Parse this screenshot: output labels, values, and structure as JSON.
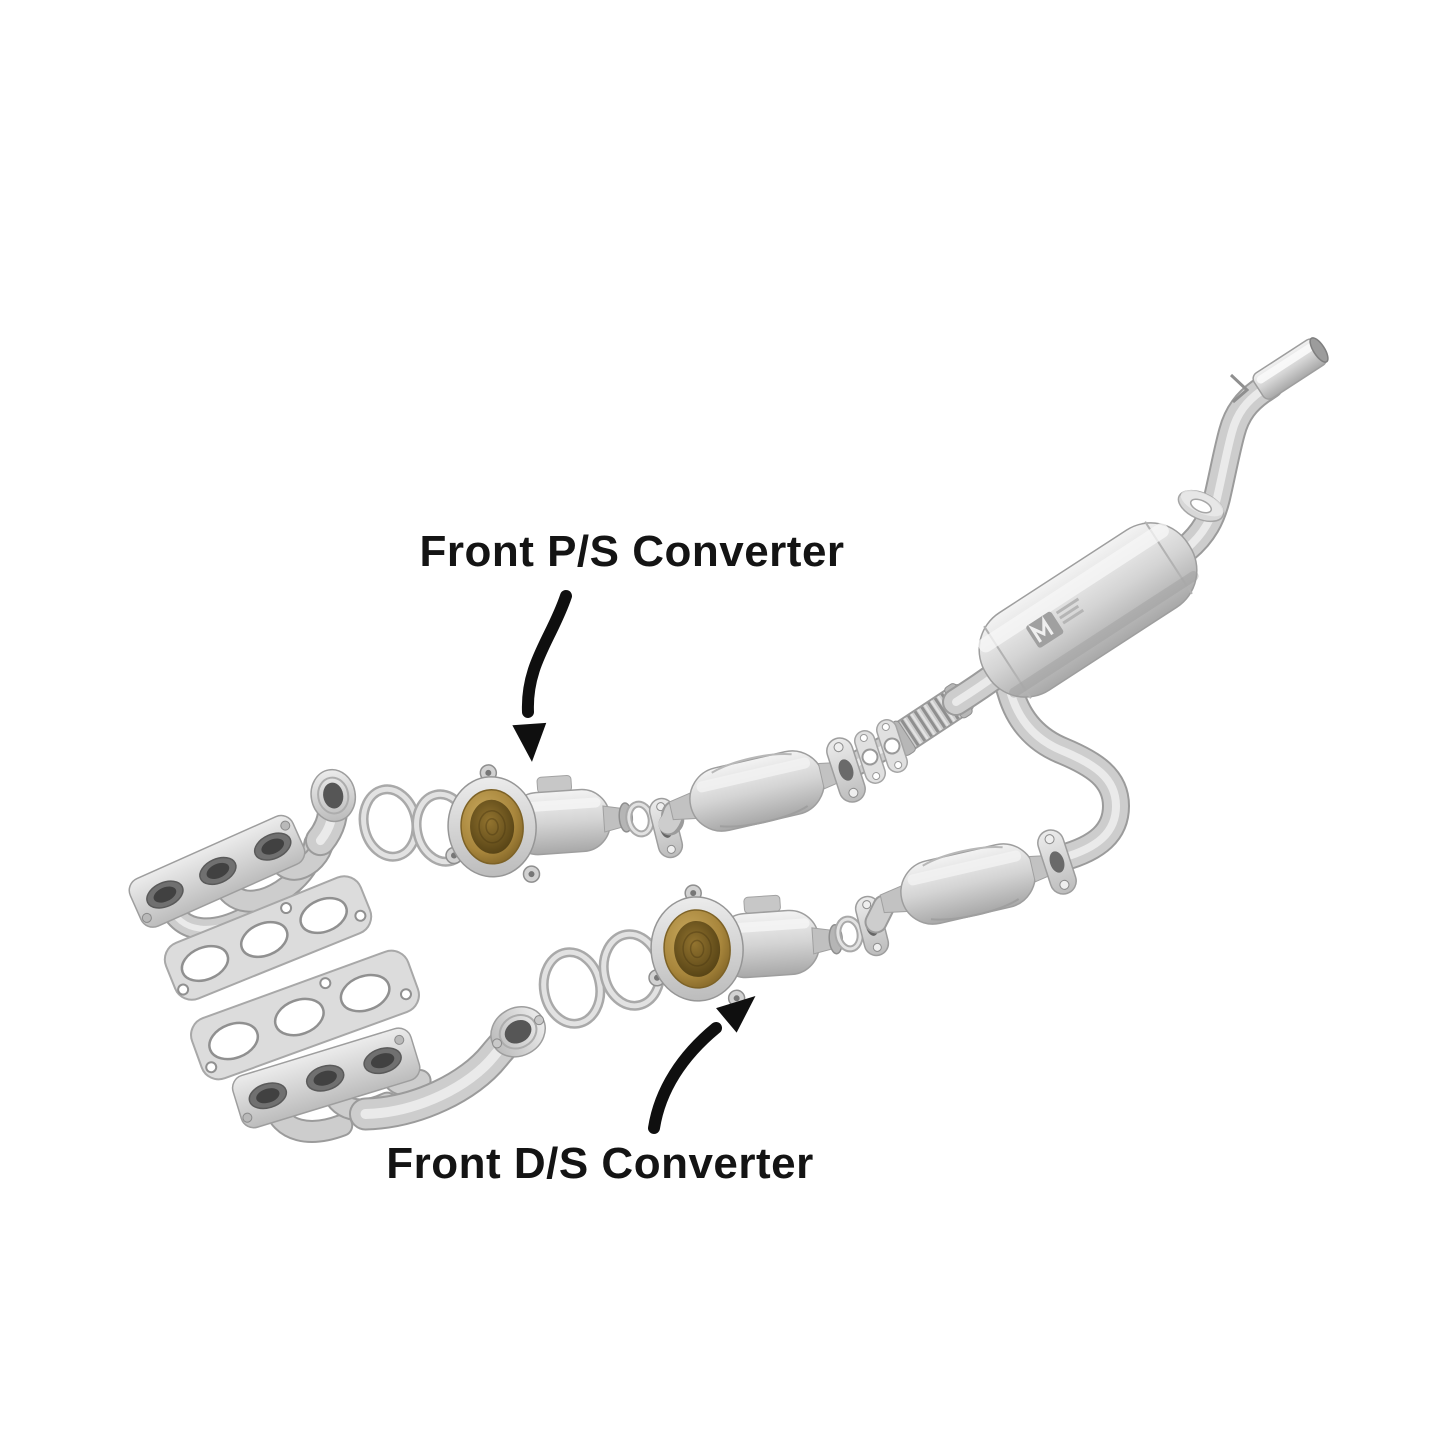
{
  "page": {
    "background": "#ffffff",
    "description_of_scene": "exploded-exhaust-system-parts-diagram"
  },
  "labels": {
    "ps": "Front P/S Converter",
    "ds": "Front D/S Converter"
  },
  "colors": {
    "text": "#141414",
    "arrow": "#0f0f0f",
    "metal_light": "#f3f3f3",
    "metal": "#cdcdcd",
    "metal_dark": "#9b9b9b",
    "plate": "#dcdcdc",
    "brass": "#a8863c",
    "brass_dark": "#4a3910",
    "background": "#ffffff"
  },
  "parts": [
    "exhaust-manifold-passenger-side",
    "exhaust-manifold-driver-side",
    "manifold-gasket-upper",
    "manifold-gasket-lower",
    "o-ring-gaskets",
    "front-ps-converter",
    "front-ds-converter",
    "mid-pipe-converter-ps",
    "mid-pipe-converter-ds",
    "two-bolt-flange-gaskets",
    "flex-pipe",
    "muffler",
    "s-bend-intermediate-pipe",
    "tailpipe",
    "chrome-exhaust-tip",
    "donut-gasket"
  ]
}
